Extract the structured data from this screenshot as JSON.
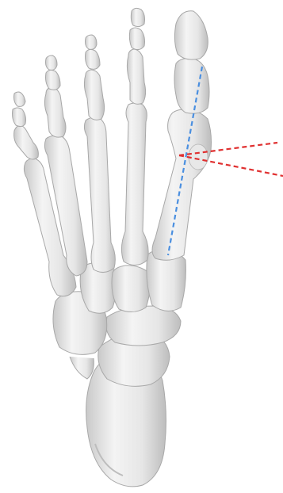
{
  "figure": {
    "subject": "foot-skeleton-illustration",
    "colors": {
      "background": "#ffffff",
      "bone_light": "#f2f2f2",
      "bone_mid": "#dcdcdc",
      "bone_shadow": "#b9b9b9",
      "bone_outline": "#a8a8a8",
      "axis_line": "#4a8fe0",
      "angle_lines": "#e03030"
    },
    "annotations": {
      "metatarsal_axis_line": "blue-dashed",
      "angle_rays": "red-dashed"
    }
  }
}
